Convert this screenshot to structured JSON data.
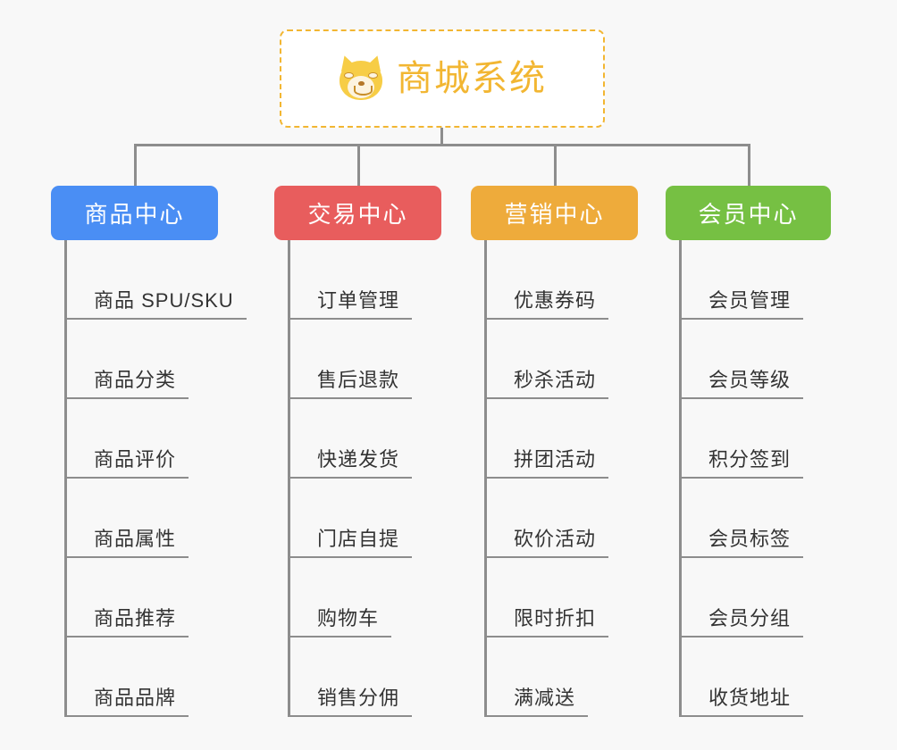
{
  "page": {
    "background": "#f8f8f8",
    "line_color": "#8d8d8d",
    "leaf_text_color": "#333333"
  },
  "root": {
    "title": "商城系统",
    "icon": "shiba-dog-face-emoji",
    "text_color": "#f2b632",
    "border_color": "#f2b632",
    "background": "#ffffff"
  },
  "columns": [
    {
      "title": "商品中心",
      "color": "#4a8ef4",
      "items": [
        {
          "label": "商品 SPU/SKU"
        },
        {
          "label": "商品分类"
        },
        {
          "label": "商品评价"
        },
        {
          "label": "商品属性"
        },
        {
          "label": "商品推荐"
        },
        {
          "label": "商品品牌"
        }
      ]
    },
    {
      "title": "交易中心",
      "color": "#e85d5d",
      "items": [
        {
          "label": "订单管理"
        },
        {
          "label": "售后退款"
        },
        {
          "label": "快递发货"
        },
        {
          "label": "门店自提"
        },
        {
          "label": "购物车"
        },
        {
          "label": "销售分佣"
        }
      ]
    },
    {
      "title": "营销中心",
      "color": "#eeab3b",
      "items": [
        {
          "label": "优惠券码"
        },
        {
          "label": "秒杀活动"
        },
        {
          "label": "拼团活动"
        },
        {
          "label": "砍价活动"
        },
        {
          "label": "限时折扣"
        },
        {
          "label": "满减送"
        }
      ]
    },
    {
      "title": "会员中心",
      "color": "#76c043",
      "items": [
        {
          "label": "会员管理"
        },
        {
          "label": "会员等级"
        },
        {
          "label": "积分签到"
        },
        {
          "label": "会员标签"
        },
        {
          "label": "会员分组"
        },
        {
          "label": "收货地址"
        }
      ]
    }
  ]
}
